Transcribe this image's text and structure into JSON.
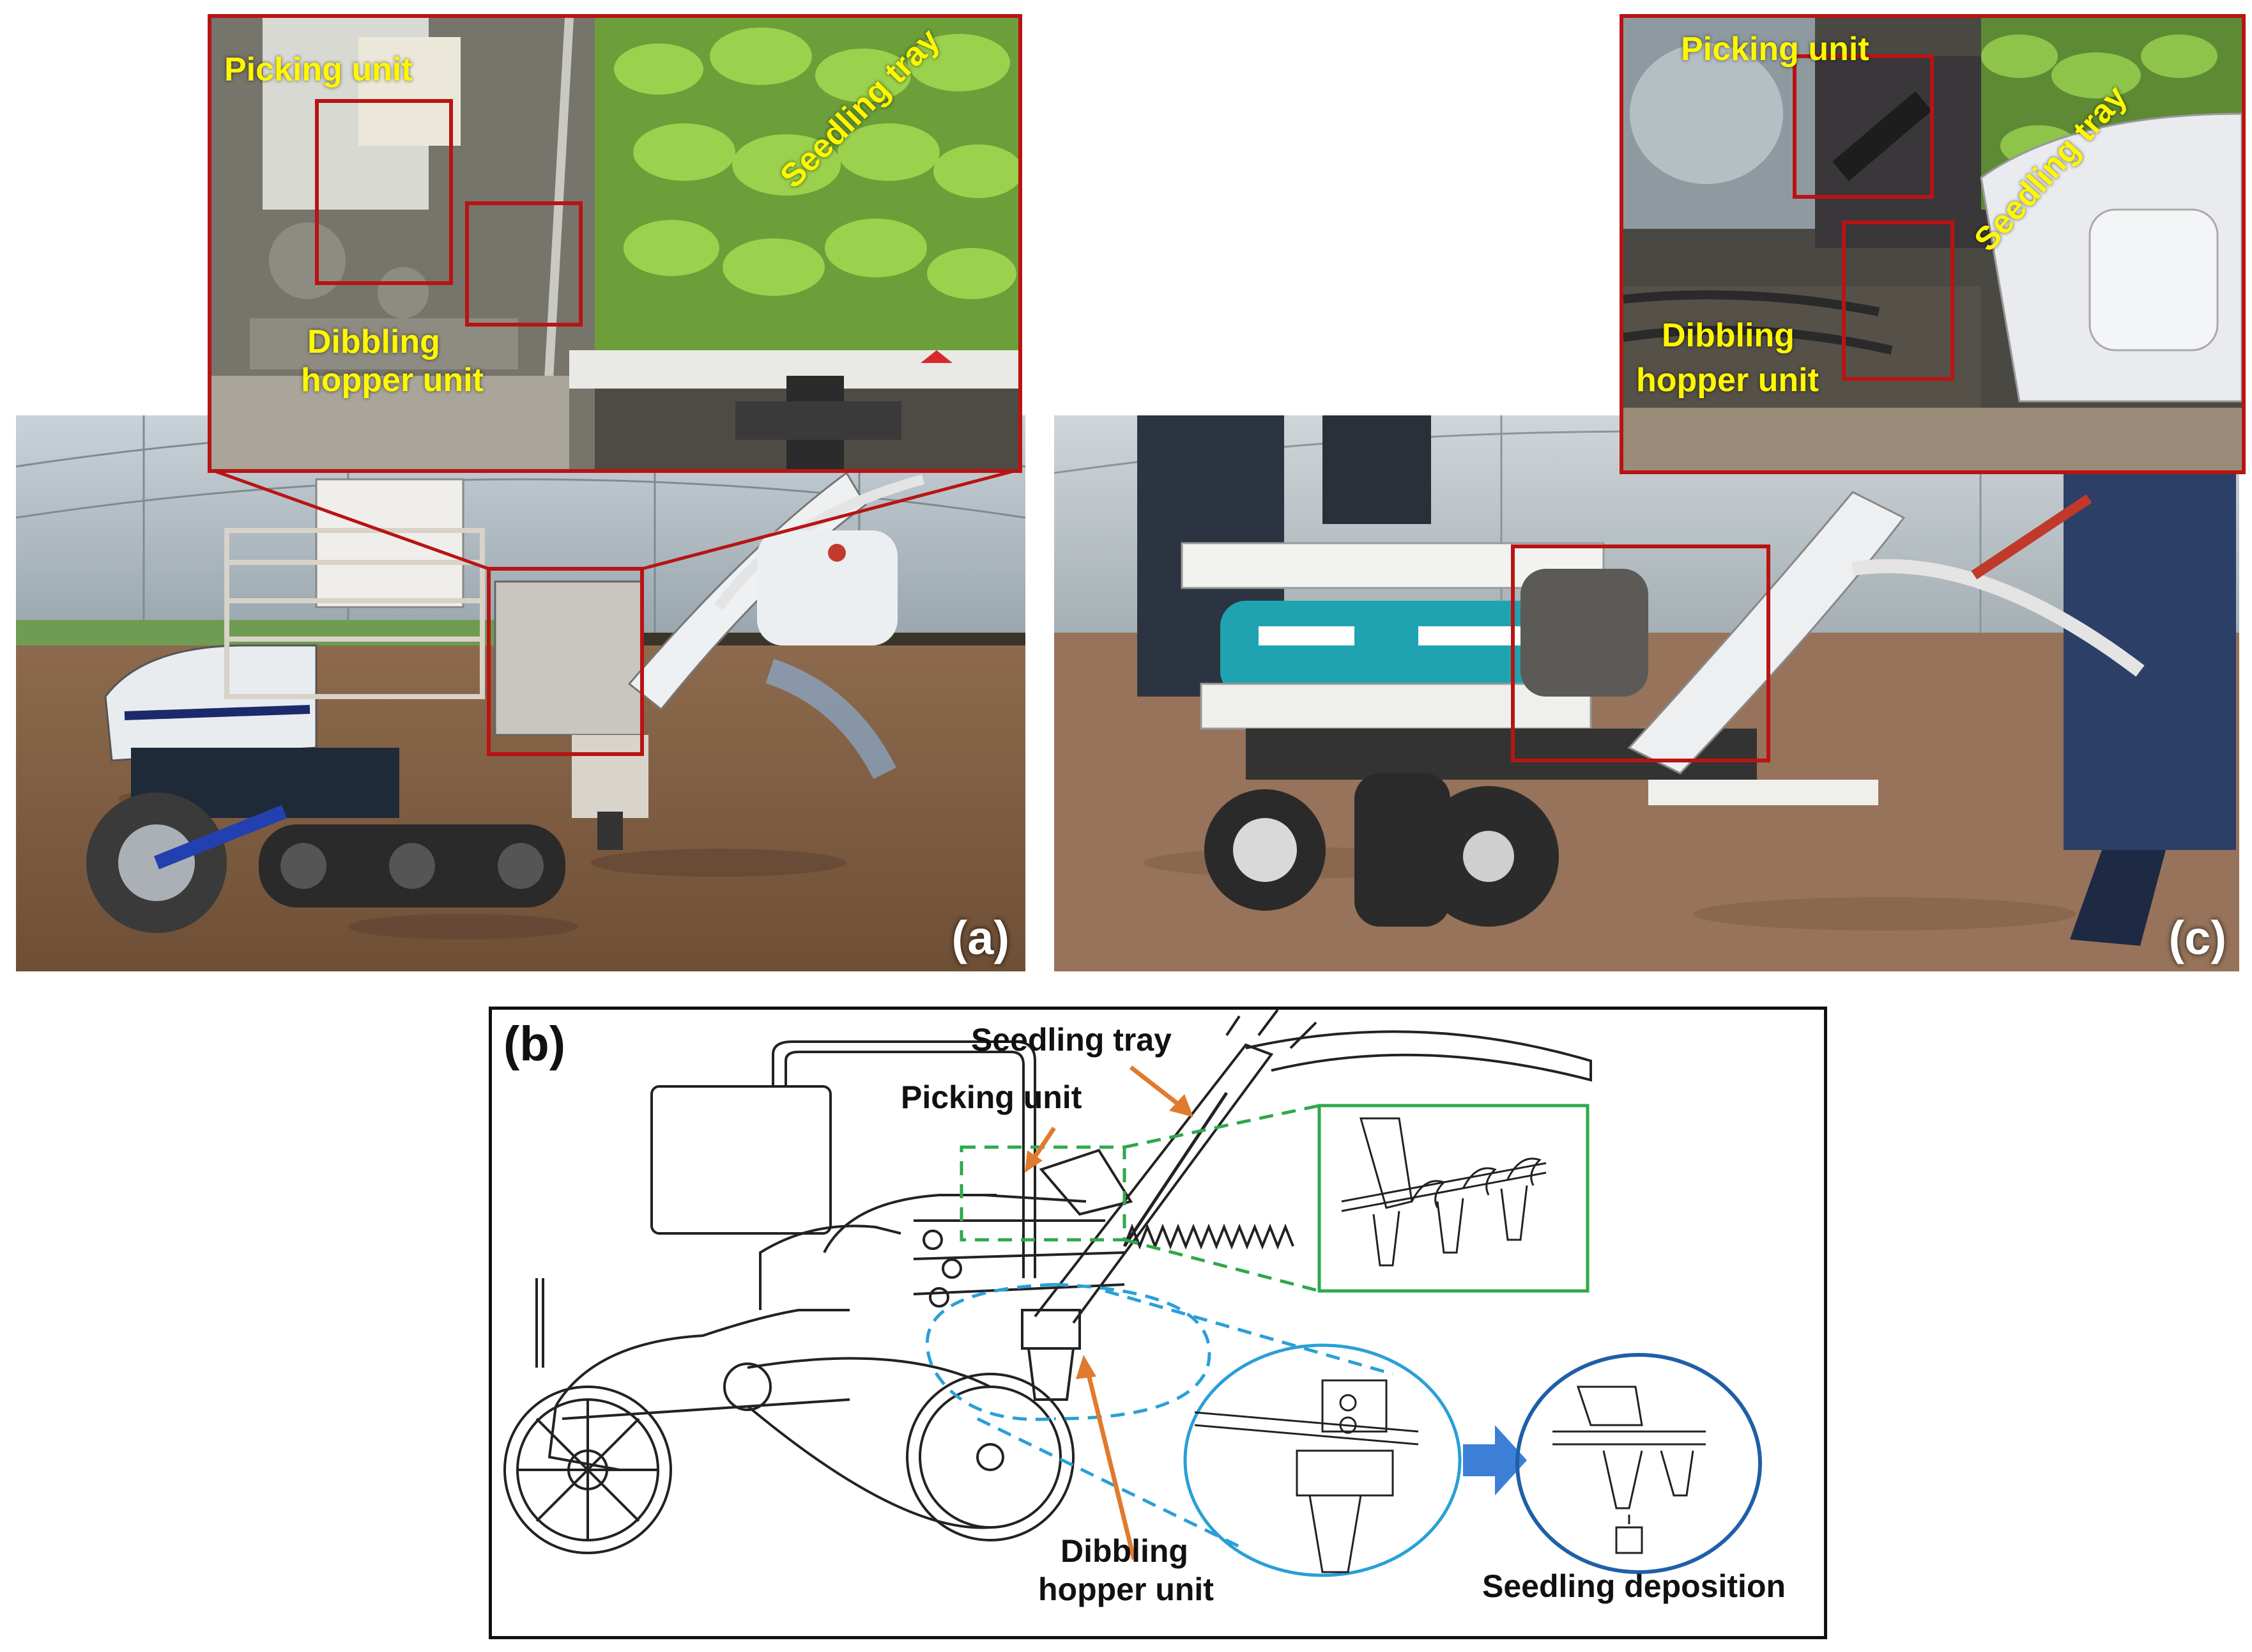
{
  "panels": {
    "a": {
      "letter": "(a)",
      "labels": {
        "picking_unit": "Picking unit",
        "seedling_tray": "Seedling tray",
        "dibbling_line1": "Dibbling",
        "dibbling_line2": "hopper unit"
      }
    },
    "c": {
      "letter": "(c)",
      "labels": {
        "picking_unit": "Picking unit",
        "seedling_tray": "Seedling tray",
        "dibbling_line1": "Dibbling",
        "dibbling_line2": "hopper unit"
      }
    },
    "b": {
      "letter": "(b)",
      "labels": {
        "seedling_tray": "Seedling tray",
        "picking_unit": "Picking unit",
        "dibbling_line1": "Dibbling",
        "dibbling_line2": "hopper unit",
        "seedling_deposition": "Seedling deposition"
      }
    }
  },
  "colors": {
    "callout_red": "#b81414",
    "label_yellow": "#fff700",
    "arrow_orange": "#e07a2e",
    "dash_green": "#2ea84a",
    "dash_blue": "#2a9fd8",
    "circle_dark_blue": "#1f5fa8"
  }
}
